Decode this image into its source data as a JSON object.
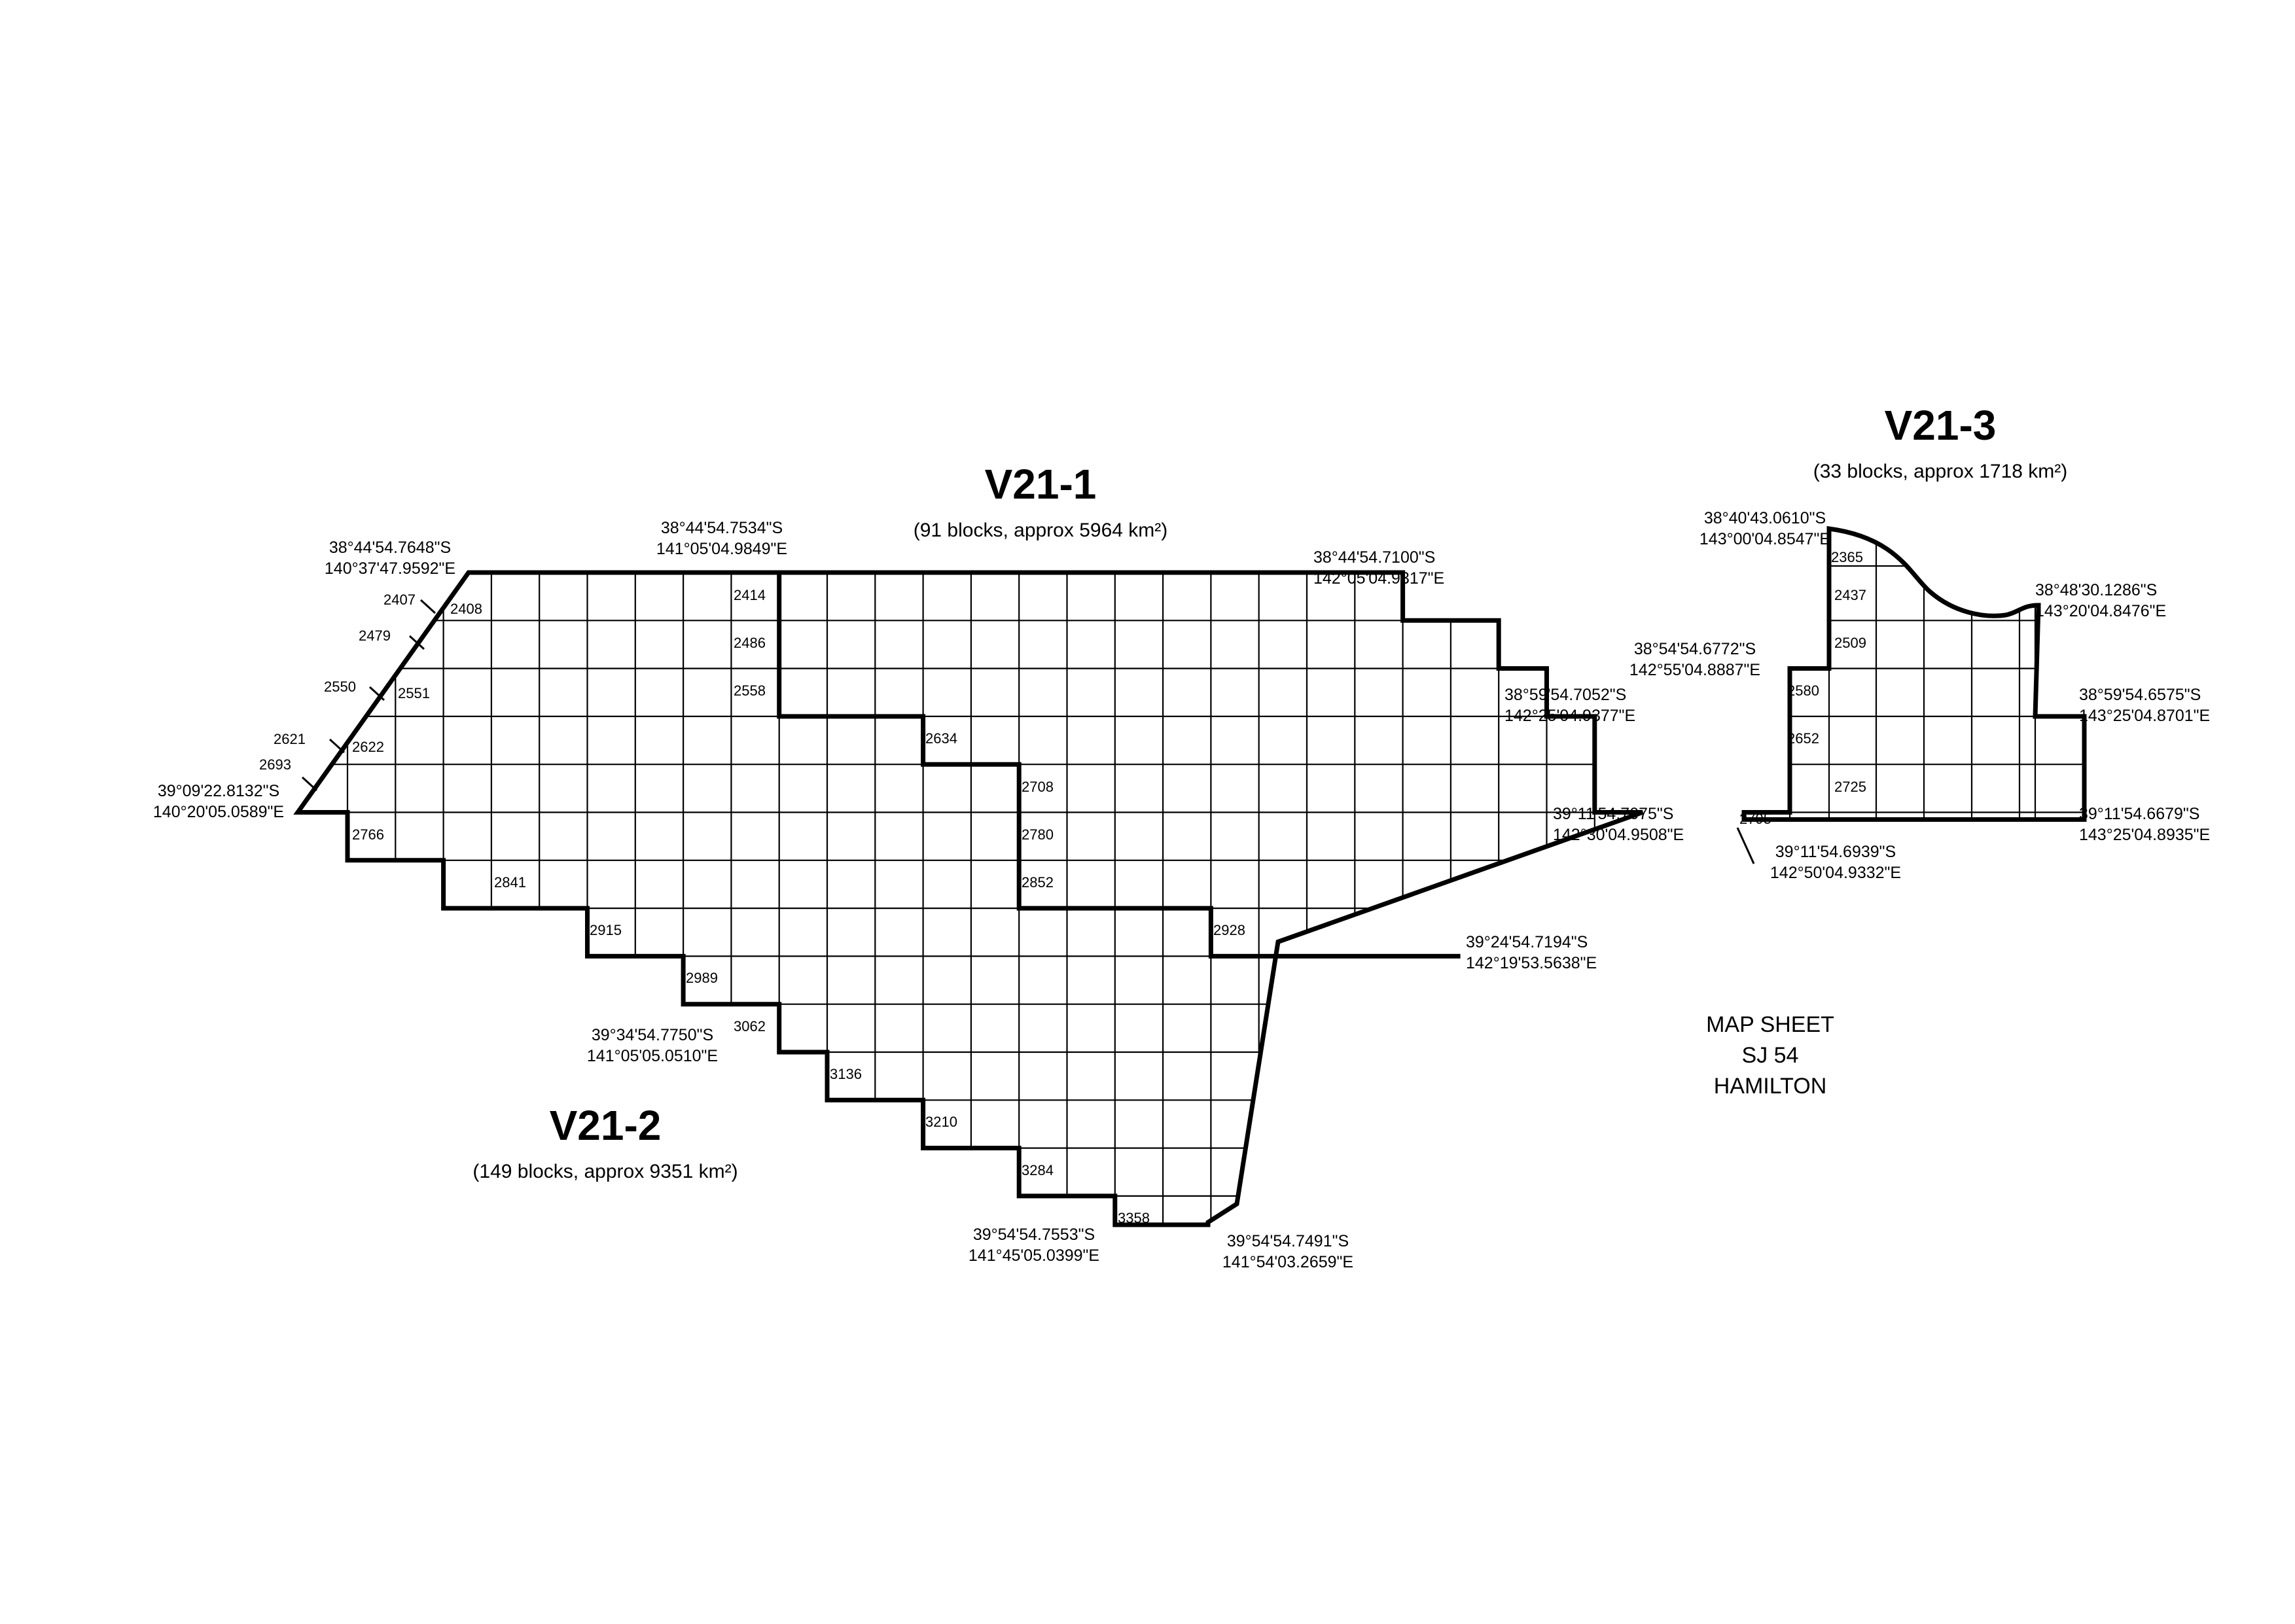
{
  "areas": {
    "v21_1": {
      "name": "V21-1",
      "subtitle": "(91 blocks, approx 5964 km²)"
    },
    "v21_2": {
      "name": "V21-2",
      "subtitle": "(149 blocks, approx 9351 km²)"
    },
    "v21_3": {
      "name": "V21-3",
      "subtitle": "(33 blocks, approx 1718 km²)"
    }
  },
  "coordinates": {
    "c1_lat": "38°44'54.7648\"S",
    "c1_lon": "140°37'47.9592\"E",
    "c2_lat": "38°44'54.7534\"S",
    "c2_lon": "141°05'04.9849\"E",
    "c3_lat": "38°44'54.7100\"S",
    "c3_lon": "142°05'04.9317\"E",
    "c4_lat": "38°59'54.7052\"S",
    "c4_lon": "142°25'04.9377\"E",
    "c5_lat": "39°11'54.7075\"S",
    "c5_lon": "142°30'04.9508\"E",
    "c6_lat": "39°24'54.7194\"S",
    "c6_lon": "142°19'53.5638\"E",
    "c7_lat": "39°09'22.8132\"S",
    "c7_lon": "140°20'05.0589\"E",
    "c8_lat": "39°34'54.7750\"S",
    "c8_lon": "141°05'05.0510\"E",
    "c9_lat": "39°54'54.7553\"S",
    "c9_lon": "141°45'05.0399\"E",
    "c10_lat": "39°54'54.7491\"S",
    "c10_lon": "141°54'03.2659\"E",
    "c11_lat": "38°40'43.0610\"S",
    "c11_lon": "143°00'04.8547\"E",
    "c12_lat": "38°48'30.1286\"S",
    "c12_lon": "143°20'04.8476\"E",
    "c13_lat": "38°54'54.6772\"S",
    "c13_lon": "142°55'04.8887\"E",
    "c14_lat": "38°59'54.6575\"S",
    "c14_lon": "143°25'04.8701\"E",
    "c15_lat": "39°11'54.6679\"S",
    "c15_lon": "143°25'04.8935\"E",
    "c16_lat": "39°11'54.6939\"S",
    "c16_lon": "142°50'04.9332\"E"
  },
  "blocks": {
    "b2407": "2407",
    "b2408": "2408",
    "b2479": "2479",
    "b2550": "2550",
    "b2551": "2551",
    "b2621": "2621",
    "b2622": "2622",
    "b2693": "2693",
    "b2766": "2766",
    "b2414": "2414",
    "b2486": "2486",
    "b2558": "2558",
    "b2634": "2634",
    "b2708": "2708",
    "b2780": "2780",
    "b2852": "2852",
    "b2928": "2928",
    "b2841": "2841",
    "b2915": "2915",
    "b2989": "2989",
    "b3062": "3062",
    "b3136": "3136",
    "b3210": "3210",
    "b3284": "3284",
    "b3358": "3358",
    "b2365": "2365",
    "b2437": "2437",
    "b2509": "2509",
    "b2580": "2580",
    "b2652": "2652",
    "b2725": "2725",
    "b2795": "2795"
  },
  "map_sheet": {
    "line1": "MAP SHEET",
    "line2": "SJ 54",
    "line3": "HAMILTON"
  }
}
